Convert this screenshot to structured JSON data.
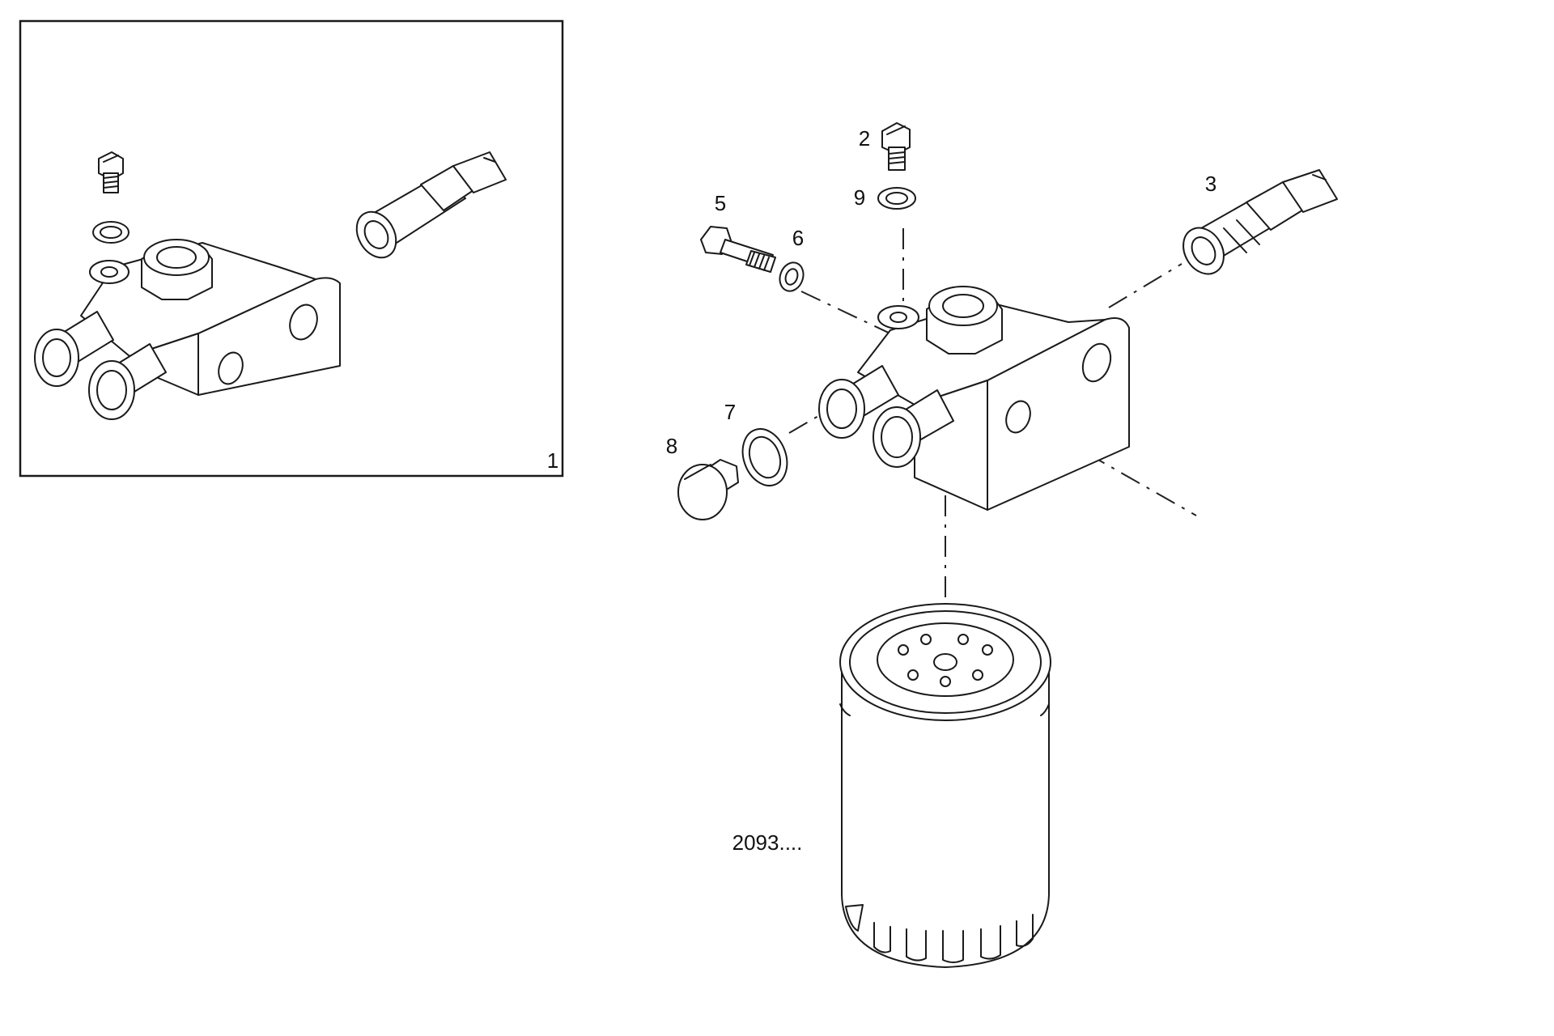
{
  "callouts": {
    "kit": "1",
    "plug_small": "2",
    "sensor": "3",
    "bolt": "5",
    "bolt_washer": "6",
    "drain_washer": "7",
    "drain_plug": "8",
    "plug_washer": "9",
    "filter_ref": "2093...."
  }
}
